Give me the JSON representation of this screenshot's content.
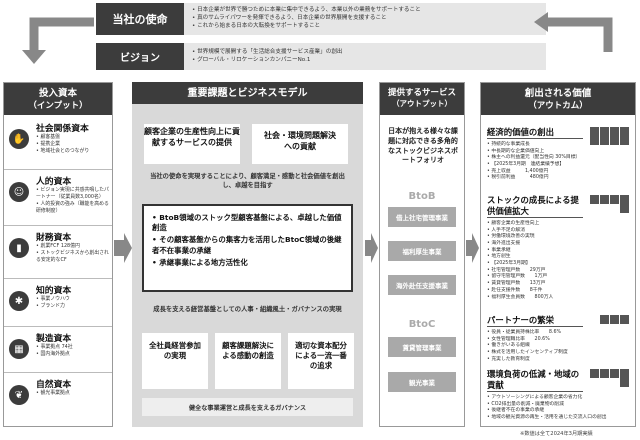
{
  "mission": {
    "label": "当社の使命",
    "lines": [
      "日本企業が世界で勝つために本業に集中できるよう、本業以外の業務をサポートすること",
      "真のサムライパワーを発揮できるよう、日本企業の世界展開を支援すること",
      "これから始まる日本の大転換をサポートすること"
    ]
  },
  "vision": {
    "label": "ビジョン",
    "lines": [
      "世界規模で展開する「生活総合支援サービス産業」の創出",
      "グローバル・リロケーションカンパニーNo.1"
    ]
  },
  "input": {
    "title": "投入資本",
    "subtitle": "（インプット）",
    "items": [
      {
        "title": "社会関係資本",
        "icon": "handshake-icon",
        "lines": [
          "顧客基盤",
          "提携企業",
          "地域社会とのつながり"
        ]
      },
      {
        "title": "人的資本",
        "icon": "person-icon",
        "lines": [
          "ビジョン実現に共感共鳴したパートナー（従業員数3,000名）",
          "人的投資の強み（職能を高める研修制度）"
        ]
      },
      {
        "title": "財務資本",
        "icon": "chart-icon",
        "lines": [
          "創業FCF 128億円",
          "ストックビジネスから創出される安定的なCF"
        ]
      },
      {
        "title": "知的資本",
        "icon": "bulb-icon",
        "lines": [
          "事業ノウハウ",
          "ブランド力"
        ]
      },
      {
        "title": "製造資本",
        "icon": "building-icon",
        "lines": [
          "事業拠点 74社",
          "国内海外拠点"
        ]
      },
      {
        "title": "自然資本",
        "icon": "leaf-icon",
        "lines": [
          "観光事業拠点"
        ]
      }
    ]
  },
  "model": {
    "title": "重要課題とビジネスモデル",
    "card1": "顧客企業の生産性向上に貢献するサービスの提供",
    "card2": "社会・環境問題解決への貢献",
    "lead": "当社の使命を実現することにより、顧客満足・感動と社会価値を創出し、卓越を目指す",
    "bullets": [
      "BtoB領域のストック型顧客基盤による、卓越した価値創造",
      "その顧客基盤からの集客力を活用したBtoC領域の後継者不在事業の承継",
      "承継事業による地方活性化"
    ],
    "foundation": "成長を支える経営基盤としての人事・組織風土・ガバナンスの実現",
    "pillars": [
      "全社員経営参加の実現",
      "顧客課題解決による感動の創造",
      "適切な資本配分による一流一番の追求"
    ],
    "governance": "健全な事業運営と成長を支えるガバナンス"
  },
  "service": {
    "title": "提供するサービス",
    "subtitle": "（アウトプット）",
    "lead": "日本が抱える様々な課題に対応できる多角的なストックビジネスポートフォリオ",
    "btob": "BtoB",
    "btob_items": [
      "借上社宅管理事業",
      "福利厚生事業",
      "海外赴任支援事業"
    ],
    "btoc": "BtoC",
    "btoc_items": [
      "賃貸管理事業",
      "観光事業"
    ]
  },
  "outcome": {
    "title": "創出される価値",
    "subtitle": "（アウトカム）",
    "sec1": {
      "title": "経済的価値の創出",
      "lines": [
        "持続的な事業成長",
        "中長期的な企業価値向上",
        "株主への利益還元（配当性向 30%目標）",
        "【2025年3月期　連結業績予想】",
        "売上収益　　　1,400億円",
        "税引前利益　　　480億円"
      ]
    },
    "sec2": {
      "title": "ストックの成長による提供価値拡大",
      "lines": [
        "顧客企業の生産性向上",
        "人手不足の解消",
        "労働環境改善の実現",
        "海外進出支援",
        "事業承継",
        "地方創生",
        "【2025年3月期】",
        "社宅管理戸数　　29万戸",
        "留守宅管理戸数　　1万戸",
        "賃貸管理戸数　　13万戸",
        "赴任支援件数　　8千件",
        "福利厚生会員数　　800万人"
      ]
    },
    "sec3": {
      "title": "パートナーの繁栄",
      "lines": [
        "役員・従業員持株比率　　8.6%",
        "女性管理職比率　　20.6%",
        "働きがいある組織",
        "株式を活用したインセンティブ制度",
        "充実した教育制度"
      ]
    },
    "sec4": {
      "title": "環境負荷の低減・地域の貢献",
      "lines": [
        "アウトソーシングによる顧客企業の省力化",
        "CO2排出量の削減・廃棄物の削減",
        "後継者不在の事業の承継",
        "地域の観光資源の再生・活用を通じた交流人口の創出"
      ]
    }
  },
  "footnote": "※数値は全て2024年3月期実績"
}
